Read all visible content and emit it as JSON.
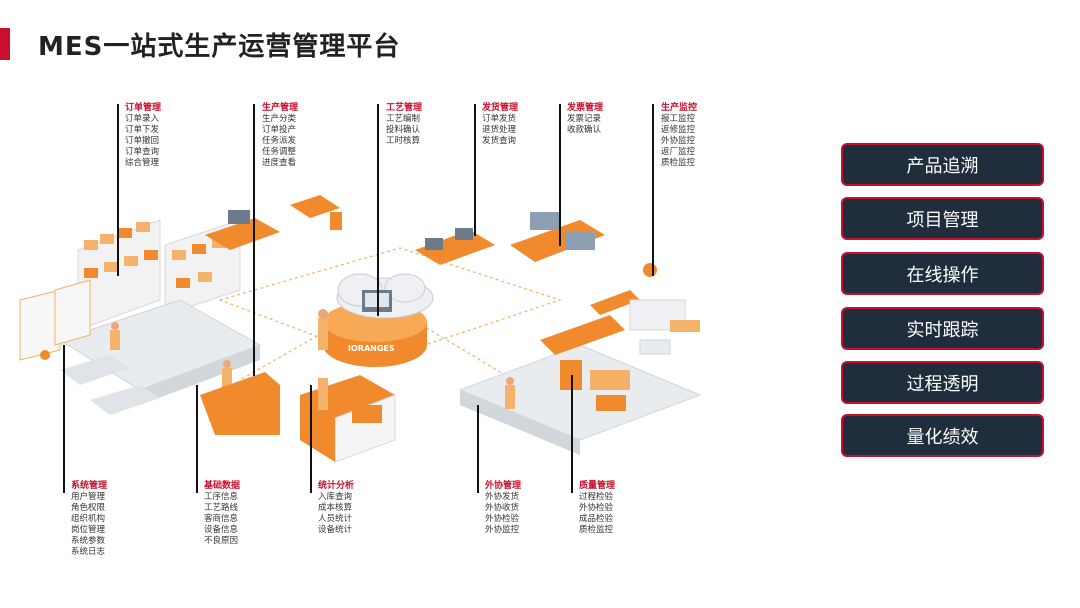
{
  "title": "MES一站式生产运营管理平台",
  "colors": {
    "accent": "#c8102e",
    "button_bg": "#1f2d3d",
    "orange": "#f08a2c"
  },
  "brand_label": "IORANGES",
  "modules_top": [
    {
      "title": "订单管理",
      "items": [
        "订单录入",
        "订单下发",
        "订单撤回",
        "订单查询",
        "综合管理"
      ]
    },
    {
      "title": "生产管理",
      "items": [
        "生产分类",
        "订单投产",
        "任务派发",
        "任务调整",
        "进度查看"
      ]
    },
    {
      "title": "工艺管理",
      "items": [
        "工艺编制",
        "投料确认",
        "工时核算"
      ]
    },
    {
      "title": "发货管理",
      "items": [
        "订单发货",
        "退货处理",
        "发货查询"
      ]
    },
    {
      "title": "发票管理",
      "items": [
        "发票记录",
        "收款确认"
      ]
    },
    {
      "title": "生产监控",
      "items": [
        "报工监控",
        "返修监控",
        "外协监控",
        "返厂监控",
        "质检监控"
      ]
    }
  ],
  "modules_bottom": [
    {
      "title": "系统管理",
      "items": [
        "用户管理",
        "角色权限",
        "组织机构",
        "岗位管理",
        "系统参数",
        "系统日志"
      ]
    },
    {
      "title": "基础数据",
      "items": [
        "工序信息",
        "工艺路线",
        "客商信息",
        "设备信息",
        "不良原因"
      ]
    },
    {
      "title": "统计分析",
      "items": [
        "入库查询",
        "成本核算",
        "人员统计",
        "设备统计"
      ]
    },
    {
      "title": "外协管理",
      "items": [
        "外协发货",
        "外协收货",
        "外协检验",
        "外协监控"
      ]
    },
    {
      "title": "质量管理",
      "items": [
        "过程检验",
        "外协检验",
        "成品检验",
        "质检监控"
      ]
    }
  ],
  "features": [
    "产品追溯",
    "项目管理",
    "在线操作",
    "实时跟踪",
    "过程透明",
    "量化绩效"
  ]
}
